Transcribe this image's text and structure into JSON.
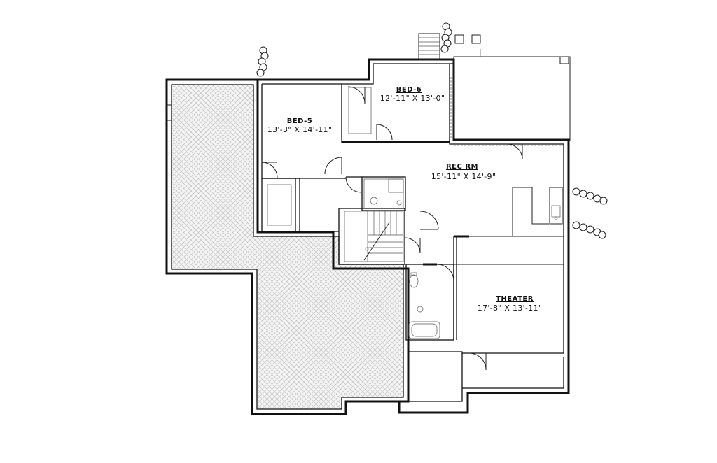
{
  "rooms": {
    "bed5": {
      "name": "BED-5",
      "dims": "13'-3\" X 14'-11\""
    },
    "bed6": {
      "name": "BED-6",
      "dims": "12'-11\" X 13'-0\""
    },
    "rec": {
      "name": "REC RM",
      "dims": "15'-11\" X 14'-9\""
    },
    "theater": {
      "name": "THEATER",
      "dims": "17'-8\" X 13'-11\""
    }
  }
}
